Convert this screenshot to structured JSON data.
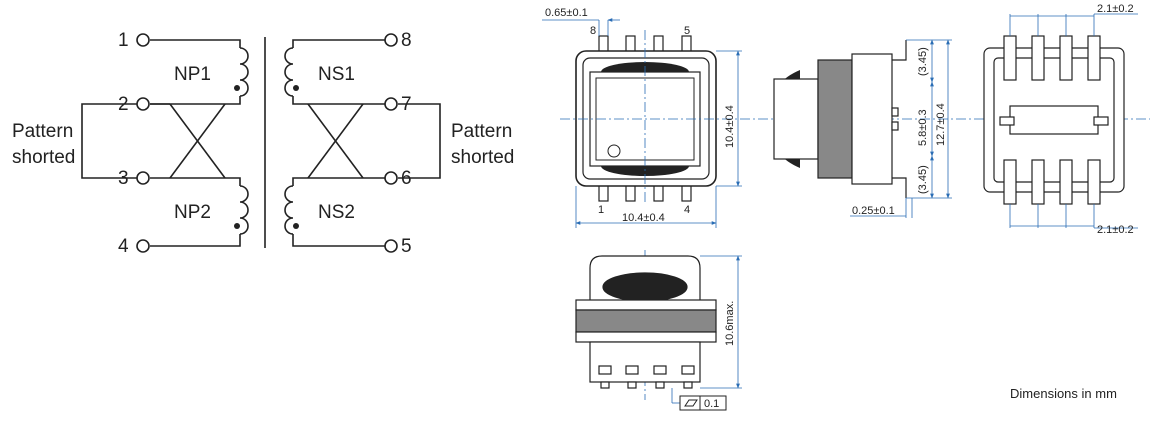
{
  "schematic": {
    "pins": {
      "p1": "1",
      "p2": "2",
      "p3": "3",
      "p4": "4",
      "p5": "5",
      "p6": "6",
      "p7": "7",
      "p8": "8"
    },
    "windings": {
      "np1": "NP1",
      "np2": "NP2",
      "ns1": "NS1",
      "ns2": "NS2"
    },
    "left_note": [
      "Pattern",
      "shorted"
    ],
    "right_note": [
      "Pattern",
      "shorted"
    ]
  },
  "dimensions": {
    "pin_width": "0.65±0.1",
    "top_pin_8": "8",
    "top_pin_5": "5",
    "bottom_pin_1": "1",
    "bottom_pin_4": "4",
    "body_height": "10.4±0.4",
    "body_width": "10.4±0.4",
    "side_ref_top": "(3.45)",
    "side_ref_bottom": "(3.45)",
    "pin_pitch_span": "5.8±0.3",
    "overall_length": "12.7±0.4",
    "lead_thickness": "0.25±0.1",
    "pin_pitch_top": "2.1±0.2",
    "pin_pitch_bottom": "2.1±0.2",
    "height_max": "10.6max.",
    "coplanarity": "0.1"
  },
  "footer": {
    "units_note": "Dimensions in mm"
  }
}
